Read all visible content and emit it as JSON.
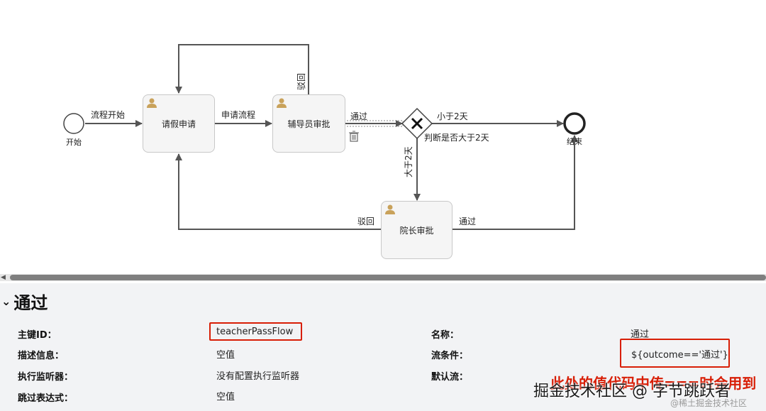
{
  "diagram": {
    "start_label": "开始",
    "end_label": "结束",
    "tasks": {
      "apply": "请假申请",
      "counselor": "辅导员审批",
      "dean": "院长审批"
    },
    "flows": {
      "flow_start": "流程开始",
      "apply_flow": "申请流程",
      "counselor_pass": "通过",
      "counselor_reject": "驳回",
      "less_than_2": "小于2天",
      "gateway_name": "判断是否大于2天",
      "greater_than_2": "大于2天",
      "dean_reject": "驳回",
      "dean_pass": "通过"
    },
    "gateway_symbol": "X",
    "icons": [
      "user-task-icon",
      "trash-icon",
      "exclusive-gateway-icon"
    ]
  },
  "properties": {
    "section_title": "通过",
    "rows": [
      {
        "label": "主键ID：",
        "value": "teacherPassFlow"
      },
      {
        "label": "描述信息：",
        "value": "空值"
      },
      {
        "label": "执行监听器：",
        "value": "没有配置执行监听器"
      },
      {
        "label": "跳过表达式：",
        "value": "空值"
      }
    ],
    "right_rows": [
      {
        "label": "名称：",
        "value": "通过"
      },
      {
        "label": "流条件：",
        "value": "${outcome=='通过'}"
      },
      {
        "label": "默认流：",
        "value": ""
      }
    ]
  },
  "annotation": {
    "note": "此处的值代码中传===时会用到",
    "color": "#d81e06"
  },
  "watermark": {
    "main": "掘金技术社区 @ 字节跳跃者",
    "sub": "@稀土掘金技术社区"
  }
}
